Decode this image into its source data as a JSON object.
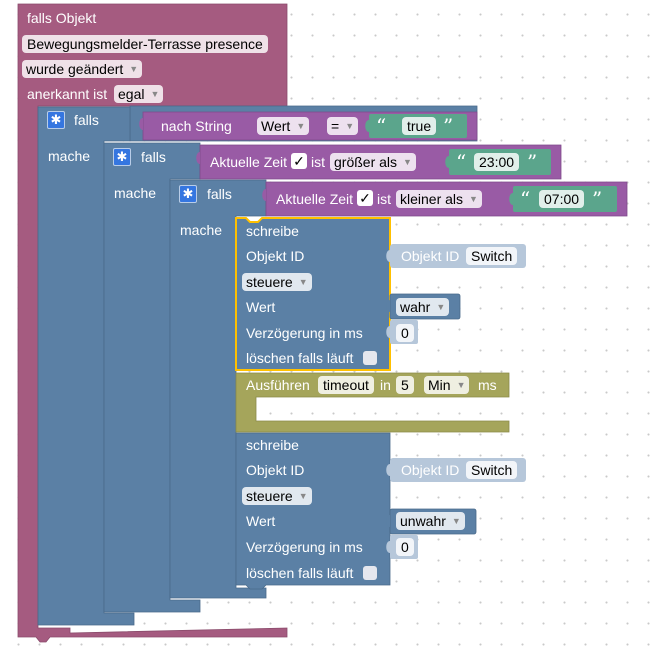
{
  "colors": {
    "event": "#a55b80",
    "logic": "#5b80a5",
    "time": "#995ba5",
    "text": "#5ba58c",
    "timeout": "#a5a55b",
    "ghost": "#b6c7da",
    "highlight": "#ffc000"
  },
  "trigger": {
    "title": "falls Objekt",
    "object_name": "Bewegungsmelder-Terrasse presence",
    "change_option": "wurde geändert",
    "ack_label": "anerkannt ist",
    "ack_option": "egal"
  },
  "if1": {
    "falls_label": "falls",
    "mache_label": "mache",
    "to_string_label": "nach String",
    "value_option": "Wert",
    "operator": "=",
    "string_value": "true"
  },
  "if2": {
    "falls_label": "falls",
    "mache_label": "mache",
    "current_time_label": "Aktuelle Zeit",
    "checkbox": "✓",
    "ist_label": "ist",
    "comparison": "größer als",
    "time_value": "23:00"
  },
  "if3": {
    "falls_label": "falls",
    "mache_label": "mache",
    "current_time_label": "Aktuelle Zeit",
    "checkbox": "✓",
    "ist_label": "ist",
    "comparison": "kleiner als",
    "time_value": "07:00"
  },
  "write1": {
    "title": "schreibe",
    "object_id_label": "Objekt ID",
    "object_id_ghost_label": "Objekt ID",
    "object_id_value": "Switch",
    "mode_option": "steuere",
    "value_label": "Wert",
    "value_option": "wahr",
    "delay_label": "Verzögerung in ms",
    "delay_value": "0",
    "clear_label": "löschen falls läuft"
  },
  "timeout": {
    "run_label": "Ausführen",
    "name": "timeout",
    "in_label": "in",
    "amount": "5",
    "unit_option": "Min",
    "ms_label": "ms"
  },
  "write2": {
    "title": "schreibe",
    "object_id_label": "Objekt ID",
    "object_id_ghost_label": "Objekt ID",
    "object_id_value": "Switch",
    "mode_option": "steuere",
    "value_label": "Wert",
    "value_option": "unwahr",
    "delay_label": "Verzögerung in ms",
    "delay_value": "0",
    "clear_label": "löschen falls läuft"
  }
}
